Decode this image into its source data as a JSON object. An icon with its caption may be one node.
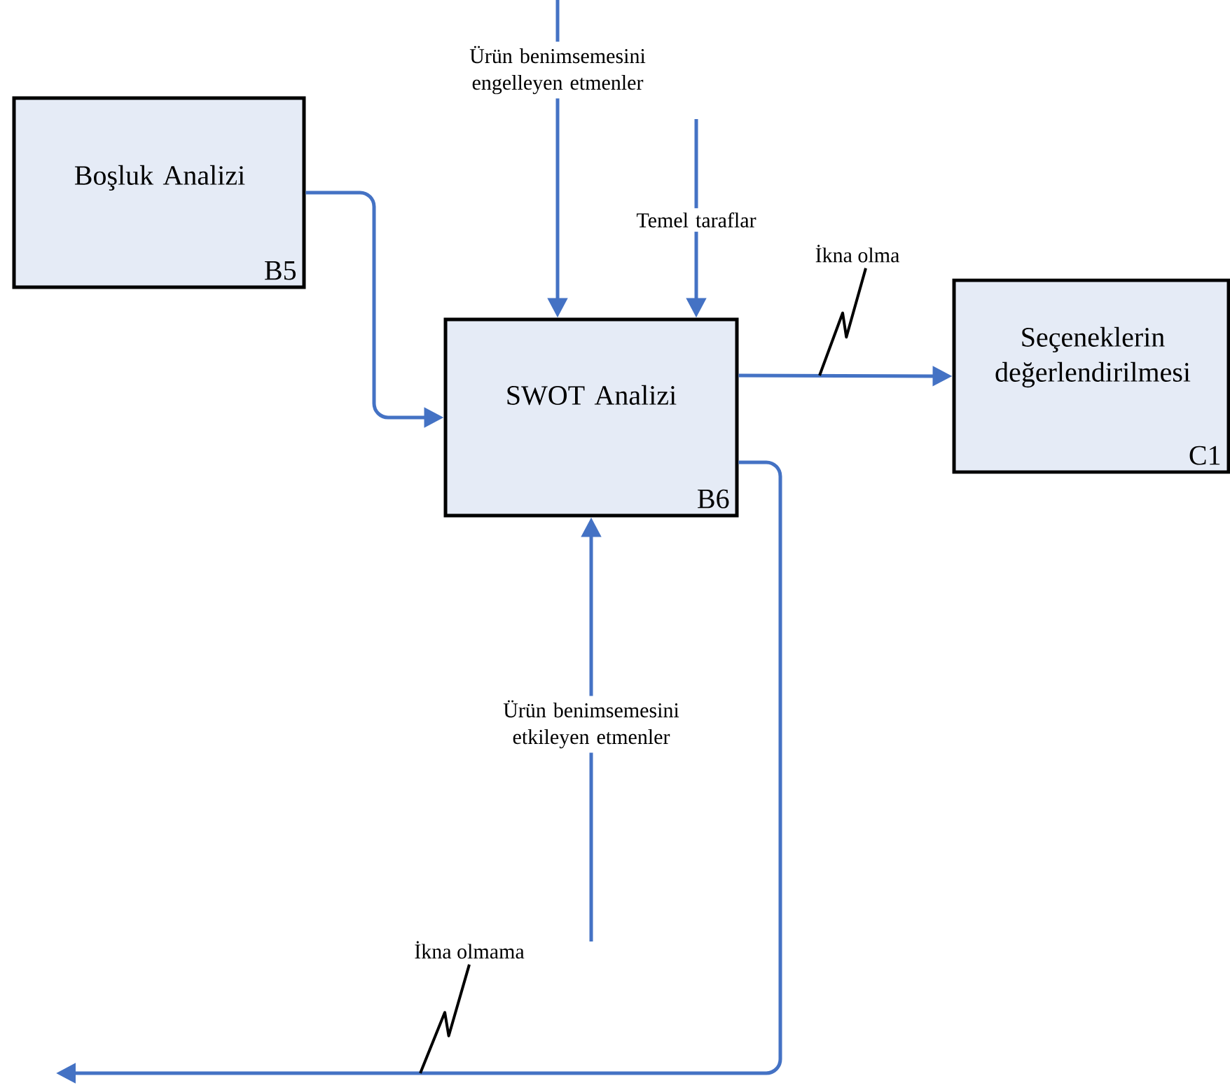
{
  "diagram": {
    "nodes": [
      {
        "text": [
          "Boşluk Analizi",
          "B5"
        ]
      },
      {
        "text": [
          "SWOT Analizi",
          "B6"
        ]
      },
      {
        "text": [
          "Seçeneklerin değerlendirilmesi",
          "C1"
        ]
      },
      {
        "text": [
          "İkna olma"
        ]
      },
      {
        "text": [
          "İkna olmama"
        ]
      }
    ],
    "edges": [
      {
        "from": 0,
        "to": 1,
        "arrow": "to"
      },
      {
        "from": null,
        "to": 1,
        "arrow": "to",
        "label": "Ürün benimsemesini engelleyen etmenler"
      },
      {
        "from": null,
        "to": 1,
        "arrow": "to",
        "label": "Temel taraflar"
      },
      {
        "from": 1,
        "to": 2,
        "arrow": "to"
      },
      {
        "from": null,
        "to": 1,
        "arrow": "to",
        "label": "Ürün benimsemesini etkileyen etmenler"
      },
      {
        "from": 1,
        "to": null,
        "arrow": "to"
      },
      {
        "from": 3,
        "to": null,
        "arrow": "none",
        "color": "#000000"
      },
      {
        "from": 4,
        "to": null,
        "arrow": "none",
        "color": "#000000"
      }
    ]
  }
}
